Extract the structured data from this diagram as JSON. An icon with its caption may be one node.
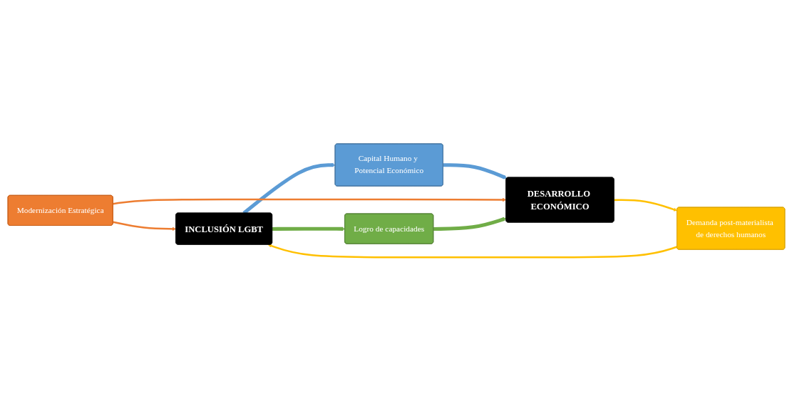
{
  "diagram": {
    "nodes": [
      {
        "text": [
          "INCLUSIÓN LGBT"
        ]
      },
      {
        "text": [
          "Capital Humano y Potencial Económico"
        ]
      },
      {
        "text": [
          "Demanda post-materialista de derechos humanos"
        ]
      },
      {
        "text": [
          "Modernización Estratégica"
        ]
      },
      {
        "text": [
          "Logro de capacidades"
        ]
      },
      {
        "text": [
          "DESARROLLO ECONÓMICO"
        ]
      }
    ],
    "edges": [
      {
        "from": 0,
        "to": 1,
        "arrow": "to",
        "style": "thick",
        "color": "#5b9bd5"
      },
      {
        "from": 1,
        "to": 5,
        "arrow": "to",
        "style": "thick",
        "color": "#5b9bd5"
      },
      {
        "from": 2,
        "to": 0,
        "arrow": "to",
        "color": "#ffc000"
      },
      {
        "from": 5,
        "to": 2,
        "arrow": "to",
        "color": "#ffc000"
      },
      {
        "from": 3,
        "to": 0,
        "arrow": "to",
        "color": "#ed7d31"
      },
      {
        "from": 3,
        "to": 5,
        "arrow": "to",
        "color": "#ed7d31"
      },
      {
        "from": 0,
        "to": 4,
        "arrow": "to",
        "style": "thick",
        "color": "#70ad47"
      },
      {
        "from": 4,
        "to": 5,
        "arrow": "to",
        "style": "thick",
        "color": "#70ad47"
      }
    ]
  }
}
